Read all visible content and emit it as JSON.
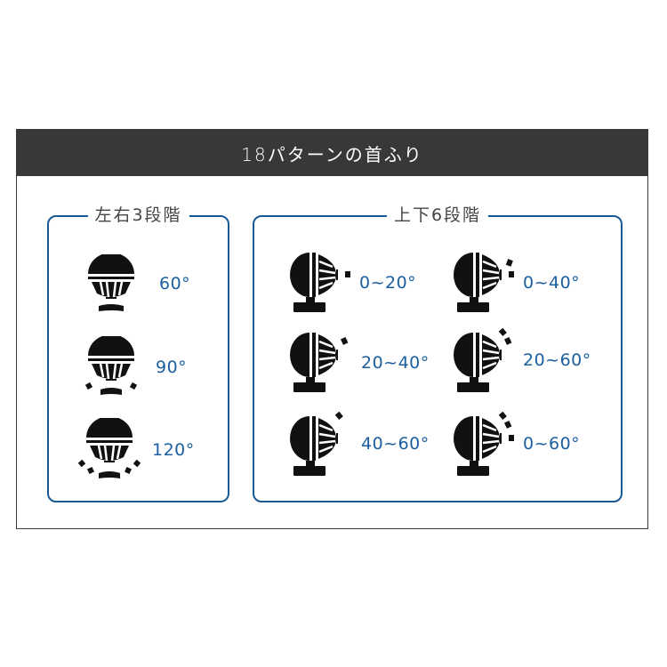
{
  "header": {
    "title": "18パターンの首ふり"
  },
  "horizontal": {
    "title": "左右3段階",
    "items": [
      {
        "label": "60°",
        "icon": "fan-front-swing-60-icon"
      },
      {
        "label": "90°",
        "icon": "fan-front-swing-90-icon"
      },
      {
        "label": "120°",
        "icon": "fan-front-swing-120-icon"
      }
    ]
  },
  "vertical": {
    "title": "上下6段階",
    "items": [
      {
        "label": "0~20°",
        "icon": "fan-side-tilt-0-20-icon"
      },
      {
        "label": "0~40°",
        "icon": "fan-side-tilt-0-40-icon"
      },
      {
        "label": "20~40°",
        "icon": "fan-side-tilt-20-40-icon"
      },
      {
        "label": "20~60°",
        "icon": "fan-side-tilt-20-60-icon"
      },
      {
        "label": "40~60°",
        "icon": "fan-side-tilt-40-60-icon"
      },
      {
        "label": "0~60°",
        "icon": "fan-side-tilt-0-60-icon"
      }
    ]
  },
  "colors": {
    "header_bg": "#383838",
    "accent": "#1a5a94",
    "label": "#1c5fa0",
    "icon": "#111111"
  }
}
